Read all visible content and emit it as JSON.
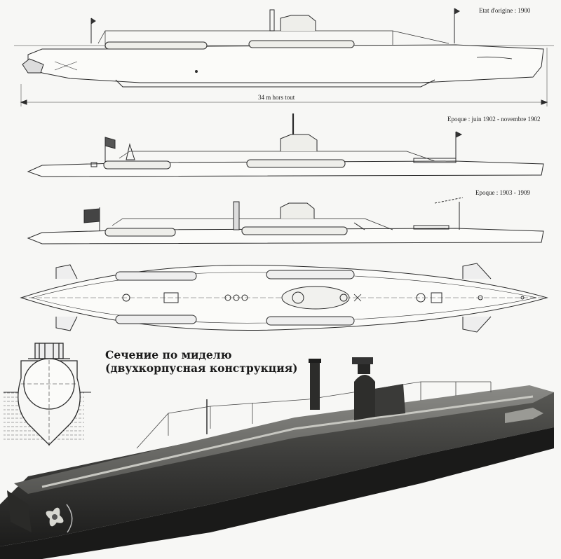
{
  "profiles": [
    {
      "label": "Etat d'origine : 1900"
    },
    {
      "label": "Epoque : juin 1902 - novembre 1902"
    },
    {
      "label": "Epoque : 1903 - 1909"
    }
  ],
  "length_dimension": "34 m hors tout",
  "section_caption": {
    "line1": "Сечение по миделю",
    "line2": "(двухкорпусная конструкция)"
  },
  "colors": {
    "ink": "#2a2a2a",
    "hull_dark": "#3a3a38",
    "paper": "#f7f7f5"
  }
}
